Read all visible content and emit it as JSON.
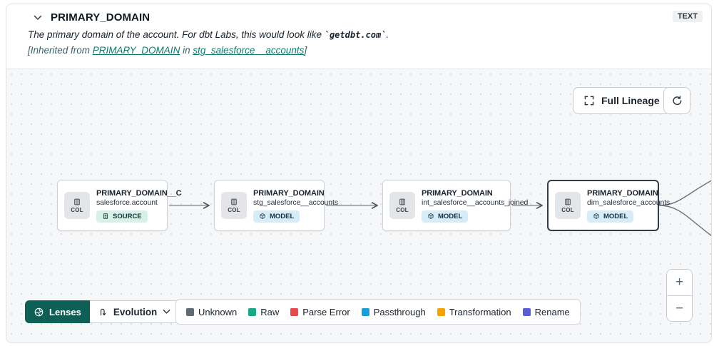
{
  "header": {
    "title": "PRIMARY_DOMAIN",
    "type_badge": "TEXT",
    "description_prefix": "The primary domain of the account. For dbt Labs, this would look like ",
    "description_code": "`getdbt.com`",
    "description_suffix": ".",
    "inherited_prefix": "[Inherited from ",
    "inherited_link_column": "PRIMARY_DOMAIN",
    "inherited_middle": " in ",
    "inherited_link_model": "stg_salesforce__accounts",
    "inherited_suffix": "]"
  },
  "toolbar": {
    "full_lineage_label": "Full Lineage"
  },
  "nodes": [
    {
      "title": "PRIMARY_DOMAIN__C",
      "subtitle": "salesforce.account",
      "resource_type": "SOURCE",
      "status": "RAW",
      "col_label": "COL",
      "selected": false
    },
    {
      "title": "PRIMARY_DOMAIN",
      "subtitle": "stg_salesforce__accounts",
      "resource_type": "MODEL",
      "status": "RENAME",
      "col_label": "COL",
      "selected": false
    },
    {
      "title": "PRIMARY_DOMAIN",
      "subtitle": "int_salesforce__accounts_joined",
      "resource_type": "MODEL",
      "status": "PASSTHROUGH",
      "col_label": "COL",
      "selected": false
    },
    {
      "title": "PRIMARY_DOMAIN",
      "subtitle": "dim_salesforce_accounts",
      "resource_type": "MODEL",
      "status": "PASSTHROUGH",
      "col_label": "COL",
      "selected": true
    }
  ],
  "graph": {
    "edges": [
      [
        0,
        1
      ],
      [
        1,
        2
      ],
      [
        2,
        3
      ]
    ],
    "downstream_branches_from_last_node": 2
  },
  "footer": {
    "lenses_label": "Lenses",
    "lens_selected": "Evolution",
    "legend": [
      {
        "label": "Unknown",
        "color": "#606a72"
      },
      {
        "label": "Raw",
        "color": "#17a985"
      },
      {
        "label": "Parse Error",
        "color": "#e5484d"
      },
      {
        "label": "Passthrough",
        "color": "#189fd8"
      },
      {
        "label": "Transformation",
        "color": "#f5a300"
      },
      {
        "label": "Rename",
        "color": "#5a5cd6"
      }
    ]
  },
  "zoom_controls": {
    "zoom_in": "+",
    "zoom_out": "−"
  },
  "colors": {
    "lenses_button_bg": "#0e5f56",
    "link_teal": "#0c7a6c",
    "status_raw_bg": "#b9efd6",
    "status_rename_bg": "#d9daf8",
    "status_passthrough_bg": "#c7e8f8",
    "resource_source_bg": "#d6f1e8",
    "resource_model_bg": "#d7ecf9",
    "canvas_bg": "#f6f7f9",
    "selected_node_border": "#333d47"
  }
}
